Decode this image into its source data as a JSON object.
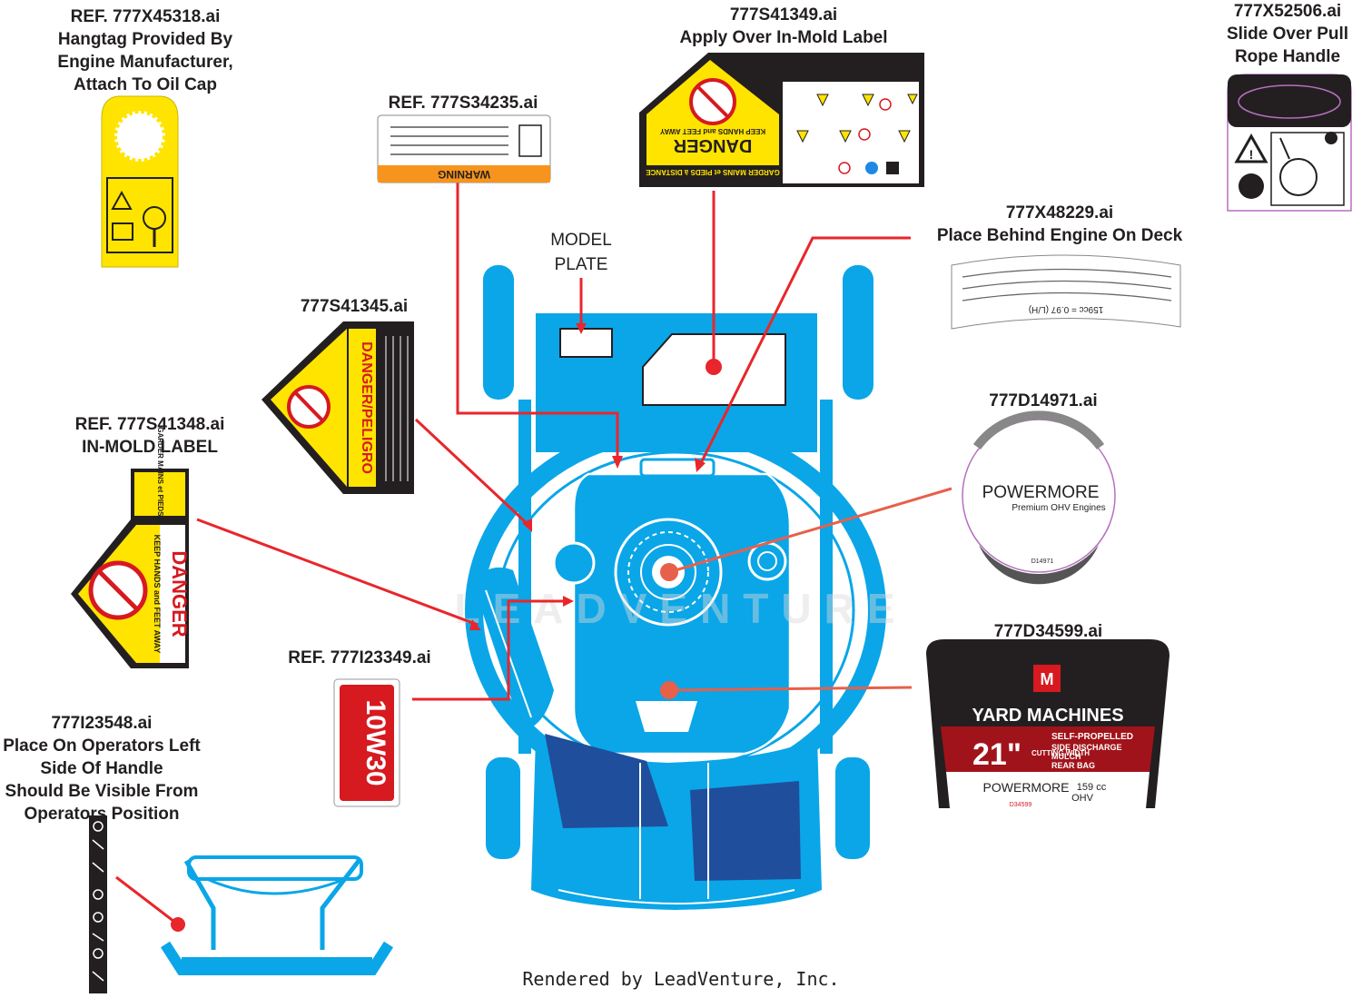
{
  "callouts": {
    "hangtag": [
      "REF. 777X45318.ai",
      "Hangtag Provided By",
      "Engine Manufacturer,",
      "Attach To Oil Cap"
    ],
    "apply_over": [
      "777S41349.ai",
      "Apply Over In-Mold Label"
    ],
    "pull_rope": [
      "777X52506.ai",
      "Slide Over Pull",
      "Rope Handle"
    ],
    "warning_ref": [
      "REF. 777S34235.ai"
    ],
    "model_plate": [
      "MODEL",
      "PLATE"
    ],
    "behind_engine": [
      "777X48229.ai",
      "Place Behind Engine On Deck"
    ],
    "danger_peligro": [
      "777S41345.ai"
    ],
    "powermore": [
      "777D14971.ai"
    ],
    "in_mold": [
      "REF. 777S41348.ai",
      "IN-MOLD LABEL"
    ],
    "oil": [
      "REF. 777I23349.ai"
    ],
    "yard_machines": [
      "777D34599.ai"
    ],
    "handle": [
      "777I23548.ai",
      "Place On Operators Left",
      "Side Of Handle",
      "Should Be Visible From",
      "Operators Position"
    ]
  },
  "decals": {
    "warning_word": "WARNING",
    "danger_word": "DANGER",
    "keep_away": "KEEP HANDS and FEET AWAY",
    "garder": "GARDER MAINS et PIEDS à DISTANCE",
    "danger_peligro_word": "DANGER/PELIGRO",
    "oil_grade": "10W30",
    "powermore_brand": "POWERMORE",
    "powermore_sub": "Premium OHV Engines",
    "powermore_code": "D14971",
    "yard_brand": "YARD MACHINES",
    "size": "21\"",
    "cutting_width": "CUTTING WIDTH",
    "features": [
      "SELF-PROPELLED",
      "SIDE DISCHARGE",
      "MULCH",
      "REAR BAG"
    ],
    "displacement": "159 cc",
    "ohv": "OHV",
    "yard_code": "D34599",
    "fuel_line": "159cc = 0.97 (L/H)"
  },
  "footer": "Rendered by LeadVenture, Inc.",
  "colors": {
    "mower_blue": "#0aa6e8",
    "mower_dark": "#1f4e9c",
    "leader_red": "#e8262b",
    "decal_yellow": "#ffe400",
    "danger_red": "#d71920",
    "warning_orange": "#f7941d"
  }
}
